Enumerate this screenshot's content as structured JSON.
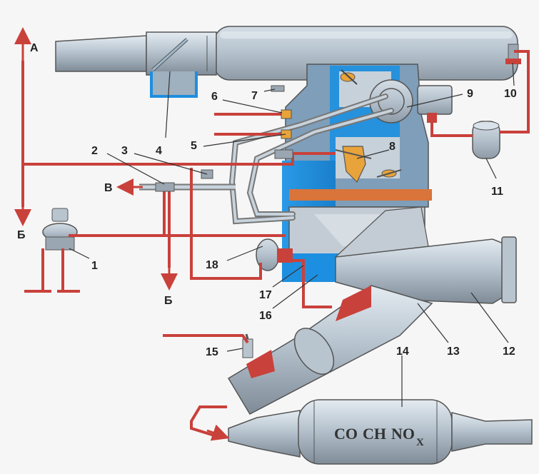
{
  "labels": {
    "n1": "1",
    "n2": "2",
    "n3": "3",
    "n4": "4",
    "n5": "5",
    "n6": "6",
    "n7": "7",
    "n8": "8",
    "n9": "9",
    "n10": "10",
    "n11": "11",
    "n12": "12",
    "n13": "13",
    "n14": "14",
    "n15": "15",
    "n16": "16",
    "n17": "17",
    "n18": "18",
    "a": "А",
    "b_left": "Б",
    "b_bottom": "Б",
    "v": "В"
  },
  "catalyst": {
    "co": "CO",
    "ch": "CH",
    "no": "NO",
    "sub": "X"
  },
  "colors": {
    "body": "#b9c6d1",
    "body_dark": "#8f9ca8",
    "pipe_red": "#c9413b",
    "cooling_blue": "#1d8fe0",
    "gasket_orange": "#d9743a",
    "throttle": "#e8a33a"
  }
}
